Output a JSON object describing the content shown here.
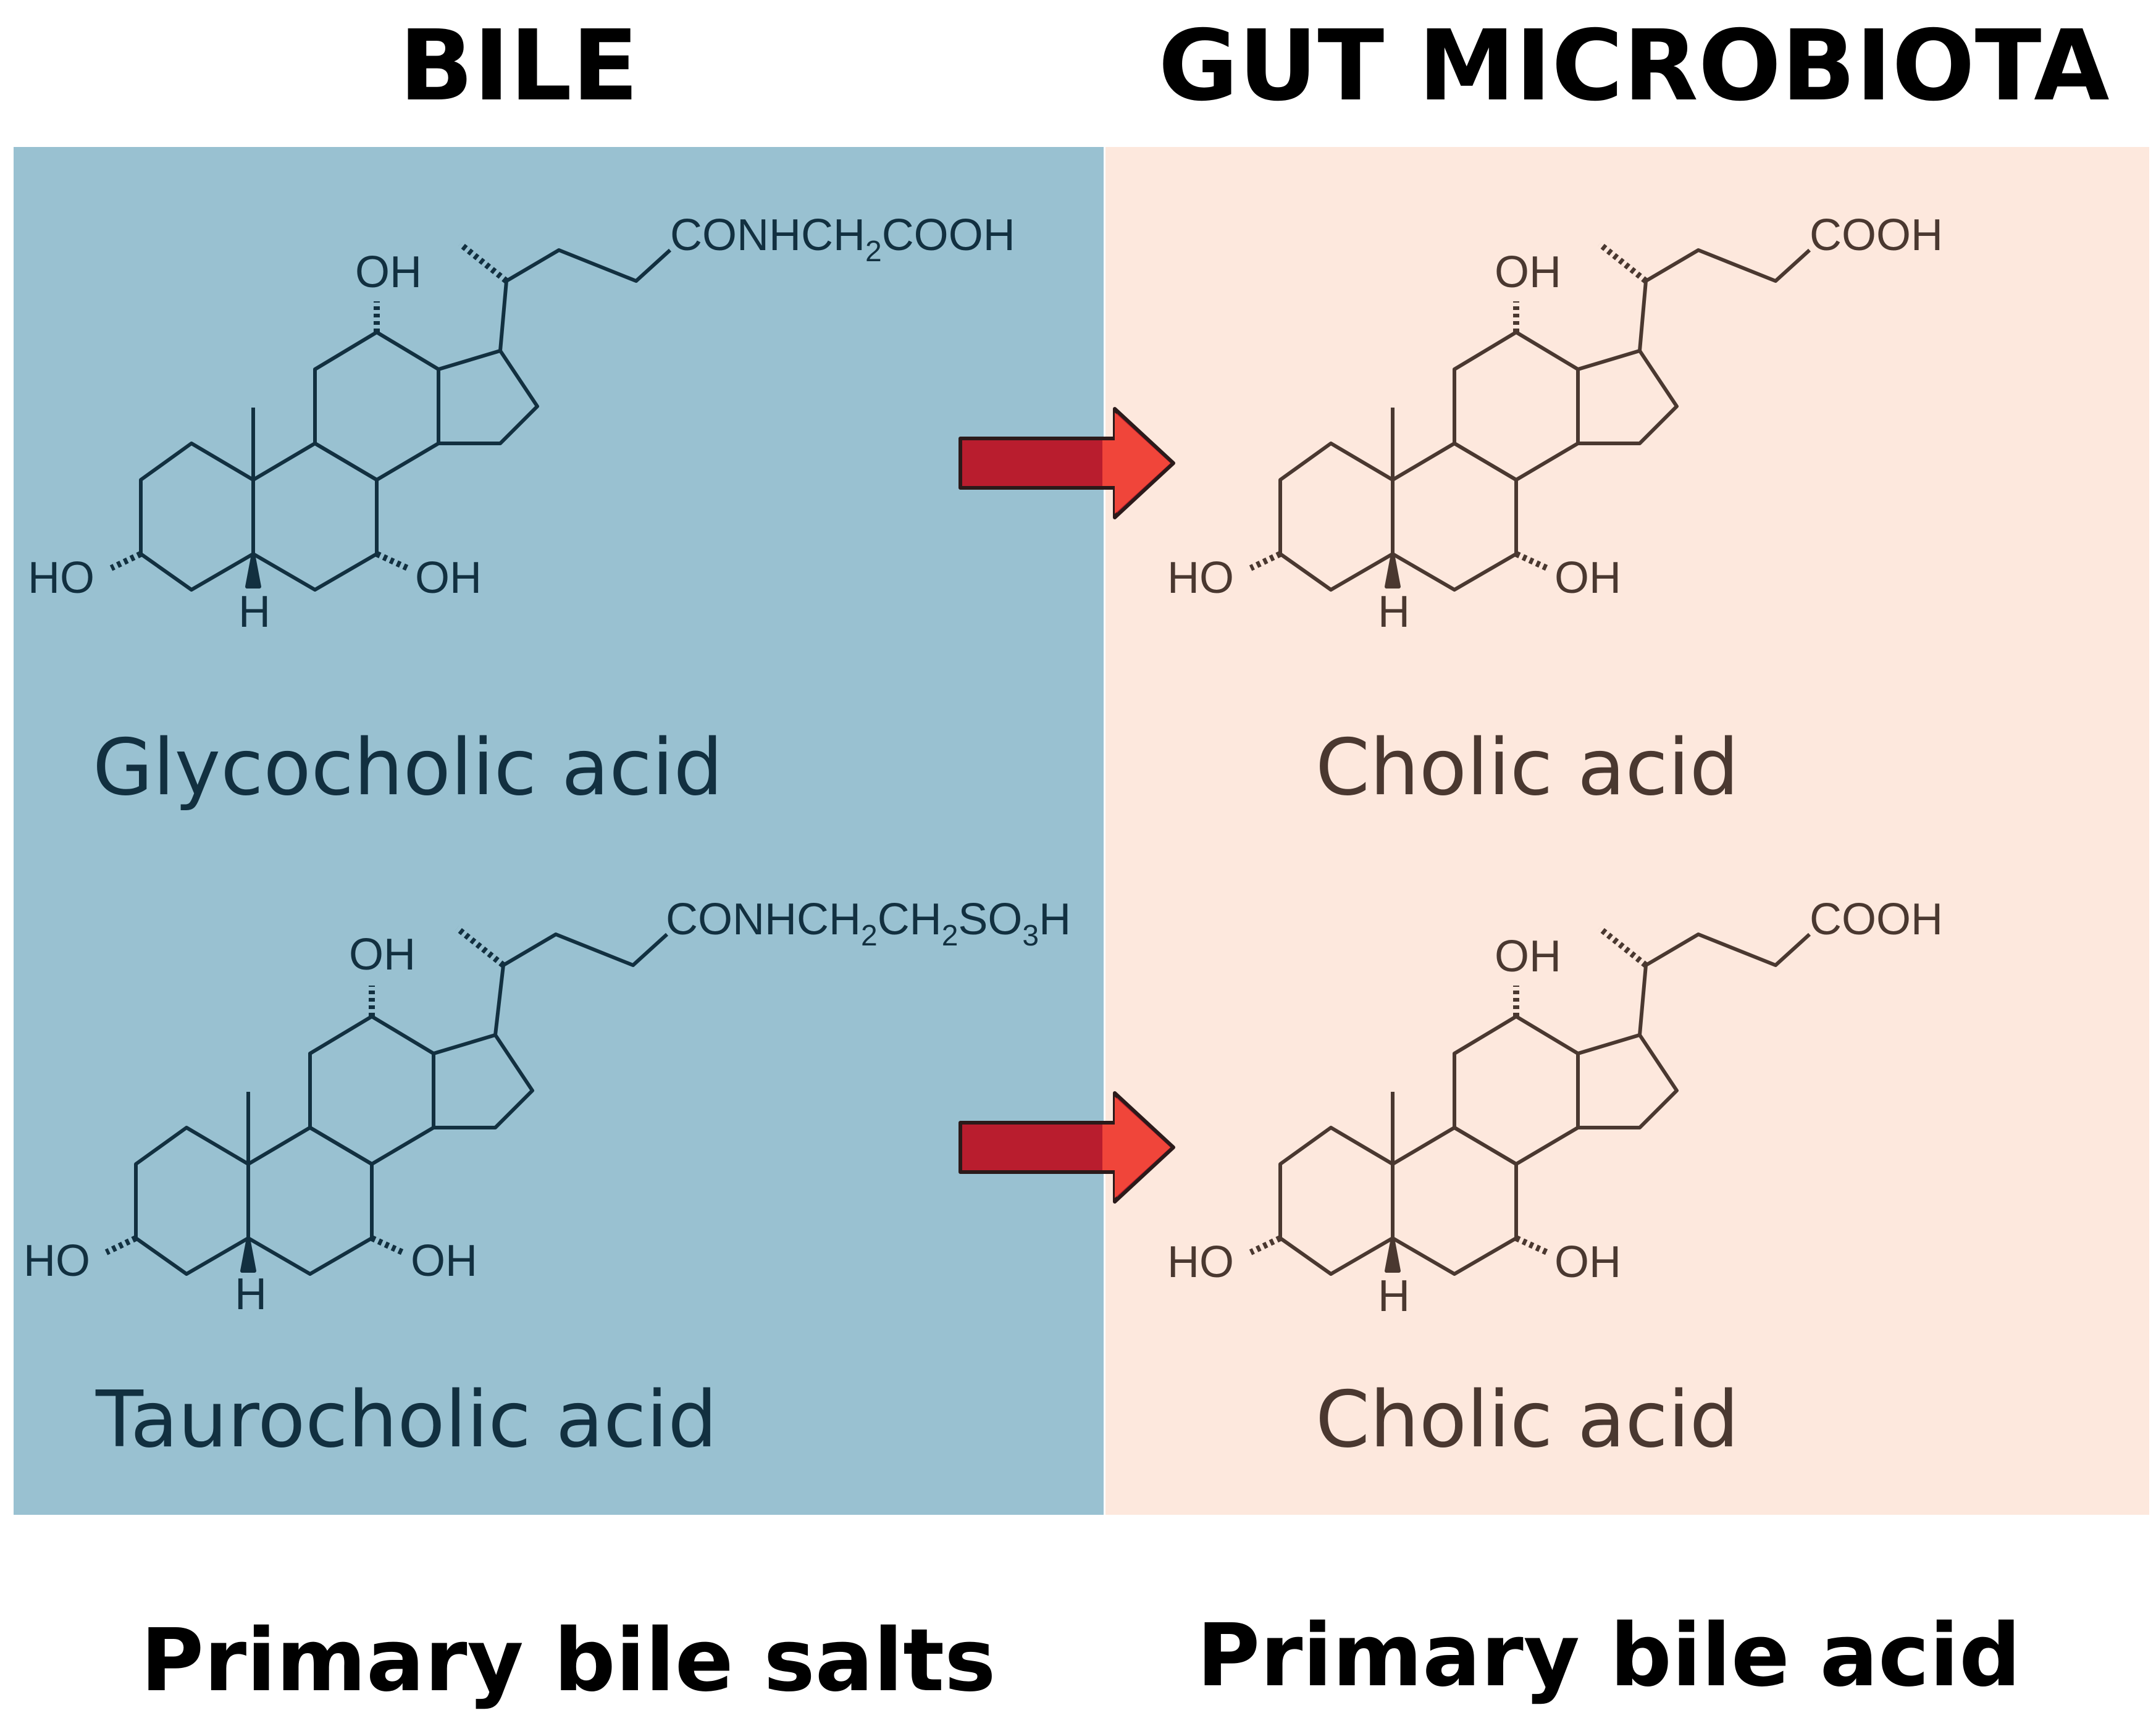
{
  "headings": {
    "left": "BILE",
    "right": "GUT MICROBIOTA"
  },
  "molecules": {
    "glycocholic": {
      "name": "Glycocholic acid",
      "side_chain": "CONHCH",
      "sub1": "2",
      "tail": "COOH",
      "oh_top": "OH",
      "ho_left": "HO",
      "oh_bottom": "OH",
      "h": "H"
    },
    "taurocholic": {
      "name": "Taurocholic acid",
      "side_chain": "CONHCH",
      "sub1": "2",
      "mid": "CH",
      "sub2": "2",
      "so": "SO",
      "sub3": "3",
      "tail": "H",
      "oh_top": "OH",
      "ho_left": "HO",
      "oh_bottom": "OH",
      "h": "H"
    },
    "cholic_top": {
      "name": "Cholic acid",
      "side_chain": "COOH",
      "oh_top": "OH",
      "ho_left": "HO",
      "oh_bottom": "OH",
      "h": "H"
    },
    "cholic_bottom": {
      "name": "Cholic acid",
      "side_chain": "COOH",
      "oh_top": "OH",
      "ho_left": "HO",
      "oh_bottom": "OH",
      "h": "H"
    }
  },
  "footers": {
    "left": "Primary bile salts",
    "right": "Primary bile acid"
  },
  "colors": {
    "left_panel": "#99c1d1",
    "right_panel": "#fde8dd",
    "left_structure": "#123040",
    "right_structure": "#4a3830",
    "arrow_dark": "#b91d2e",
    "arrow_light": "#f0453a"
  }
}
